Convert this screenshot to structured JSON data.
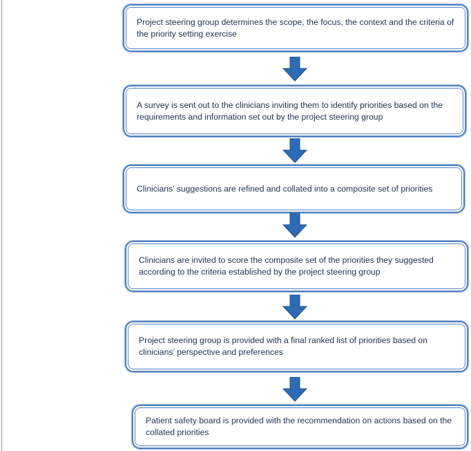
{
  "diagram": {
    "steps": [
      {
        "text": "Project steering group determines the scope, the focus, the context and the criteria of the priority setting exercise"
      },
      {
        "text": "A survey is sent out to the clinicians inviting them to identify priorities based on the requirements and information set out by the project steering group"
      },
      {
        "text": "Clinicians’ suggestions are refined and collated into a composite set of priorities"
      },
      {
        "text": "Clinicians are invited to score the composite set of the priorities they suggested according to the criteria established by the project steering group"
      },
      {
        "text": "Project steering group is provided with a final ranked list of priorities based on clinicians’ perspective and preferences"
      },
      {
        "text": "Patient safety board is provided with the recommendation on actions based on the collated priorities"
      }
    ],
    "colors": {
      "box_border": "#4f81bd",
      "arrow_fill": "#2e6bb5",
      "text": "#1f3250"
    }
  }
}
